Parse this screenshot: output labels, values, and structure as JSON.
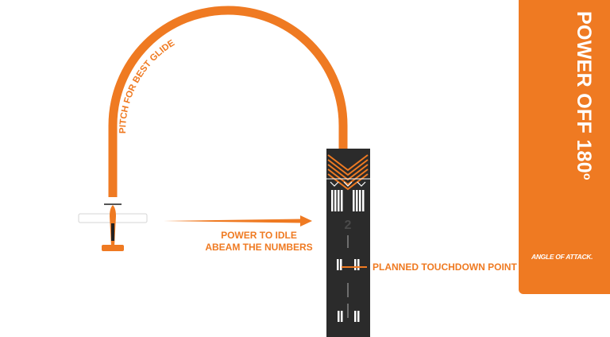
{
  "colors": {
    "accent": "#ef7a22",
    "runway": "#2b2b2b",
    "background": "#ffffff"
  },
  "labels": {
    "pitch": "PITCH FOR BEST GLIDE",
    "power_line1": "POWER TO IDLE",
    "power_line2": "ABEAM THE NUMBERS",
    "touchdown": "PLANNED TOUCHDOWN POINT",
    "runway_number": "2"
  },
  "panel": {
    "title_main": "POWER OFF 180",
    "title_degree": "o",
    "brand": "ANGLE OF ATTACK."
  },
  "icons": {
    "aircraft": "airplane-top-view-icon",
    "arrow": "arrow-right-icon"
  }
}
